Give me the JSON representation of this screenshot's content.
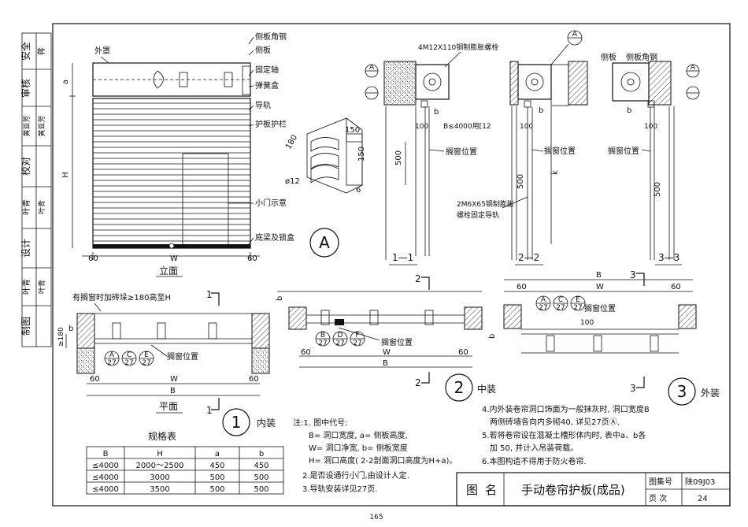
{
  "side_strip": {
    "labels": [
      "安全",
      "审核",
      "黄亚芳",
      "校对",
      "叶青",
      "设计",
      "叶青",
      "制图"
    ],
    "signatures": [
      "蒋",
      "黄亚芳",
      "叶青",
      "叶青"
    ]
  },
  "elevation": {
    "labels": {
      "outer_cover": "外罩",
      "side_angle": "侧板角钢",
      "side_plate": "侧板",
      "fixed_axis": "固定轴",
      "spring_box": "弹簧盒",
      "guide_rail": "导轨",
      "guard_panel": "护板护栏",
      "small_door": "小门示意",
      "bottom_beam": "底梁及锁盒"
    },
    "dims": {
      "a": "a",
      "H": "H",
      "W": "W",
      "left60": "60",
      "right60": "60"
    },
    "title": "立面"
  },
  "detail_A": {
    "callout": "A",
    "dims": {
      "d150a": "150",
      "d150b": "150",
      "d180": "180",
      "d12": "ø12",
      "d6": "6"
    }
  },
  "section11": {
    "bolt_label": "4M12X110钢制膨胀螺栓",
    "b_label": "b",
    "d100": "100",
    "d500": "500",
    "steel": "B≤4000用[12",
    "win_pos": "搁窗位置",
    "title": "1—1",
    "callout_A": "A",
    "callout_sub": "—"
  },
  "section22": {
    "b_label": "b",
    "d100": "100",
    "d500": "500",
    "k": "k",
    "win_pos": "搁窗位置",
    "bolt2": "2M6X65钢制膨胀",
    "bolt2b": "螺栓固定导轨",
    "title": "2—2"
  },
  "section33": {
    "side": "侧板",
    "side_angle": "侧板角钢",
    "b_label": "b",
    "d100": "100",
    "d500": "500",
    "win_pos": "搁窗位置",
    "title": "3—3"
  },
  "plan1": {
    "note": "有搁窗时加砖垛≥180高至H",
    "d180": "≥180",
    "win_pos": "搁窗位置",
    "circles": [
      "A/27",
      "C/27",
      "E/27"
    ],
    "dims": {
      "W": "W",
      "B": "B",
      "l60": "60",
      "r60": "60",
      "b": "b"
    },
    "title": "平面",
    "num": "1",
    "kind": "内装",
    "cut_mark": "1"
  },
  "plan2": {
    "circles": [
      "B/27",
      "D/27",
      "F/27"
    ],
    "win_pos": "搁窗位置",
    "dims": {
      "W": "W",
      "B": "B",
      "l60": "60",
      "r60": "60",
      "b": "b"
    },
    "num": "2",
    "kind": "中装",
    "cut_mark": "2"
  },
  "plan3": {
    "circles": [
      "A/27",
      "C/27",
      "E/27"
    ],
    "dims": {
      "W": "W",
      "B": "B",
      "l60": "60",
      "r60": "60",
      "b": "b",
      "d100": "100"
    },
    "num": "3",
    "kind": "外装",
    "cut_mark": "3"
  },
  "spec_table": {
    "title": "规格表",
    "headers": [
      "B",
      "H",
      "a",
      "b"
    ],
    "rows": [
      [
        "≤4000",
        "2000～2500",
        "450",
        "450"
      ],
      [
        "≤4000",
        "3000",
        "500",
        "500"
      ],
      [
        "≤4000",
        "3500",
        "500",
        "500"
      ]
    ]
  },
  "notes": {
    "left": [
      "注:1. 图中代号:",
      "B= 洞口宽度, a= 侧板高度,",
      "W= 洞口净宽, b= 侧板宽度",
      "H= 洞口高度( 2-2剖面洞口高度为H+a)。",
      "2.是否设通行小门,由设计人定.",
      "3.导轨安装详见27页."
    ],
    "right": [
      "4.内外装卷帘洞口饰面为一般抹灰时, 洞口宽度B",
      "两侧砖墙各向内多砌40, 详见27页Ⓐ.",
      "5.若将卷帘设在混凝土槽形体内时, 表中a、b各",
      "加 50, 并计入吊装荷载。",
      "6.本图构造不得用于防火卷帘."
    ]
  },
  "title_block": {
    "label_tu": "图",
    "label_ming": "名",
    "title": "手动卷帘护板(成品)",
    "set_label": "图集号",
    "set_value": "陕09J03",
    "page_label": "页 次",
    "page_value": "24"
  },
  "page_number": "165"
}
